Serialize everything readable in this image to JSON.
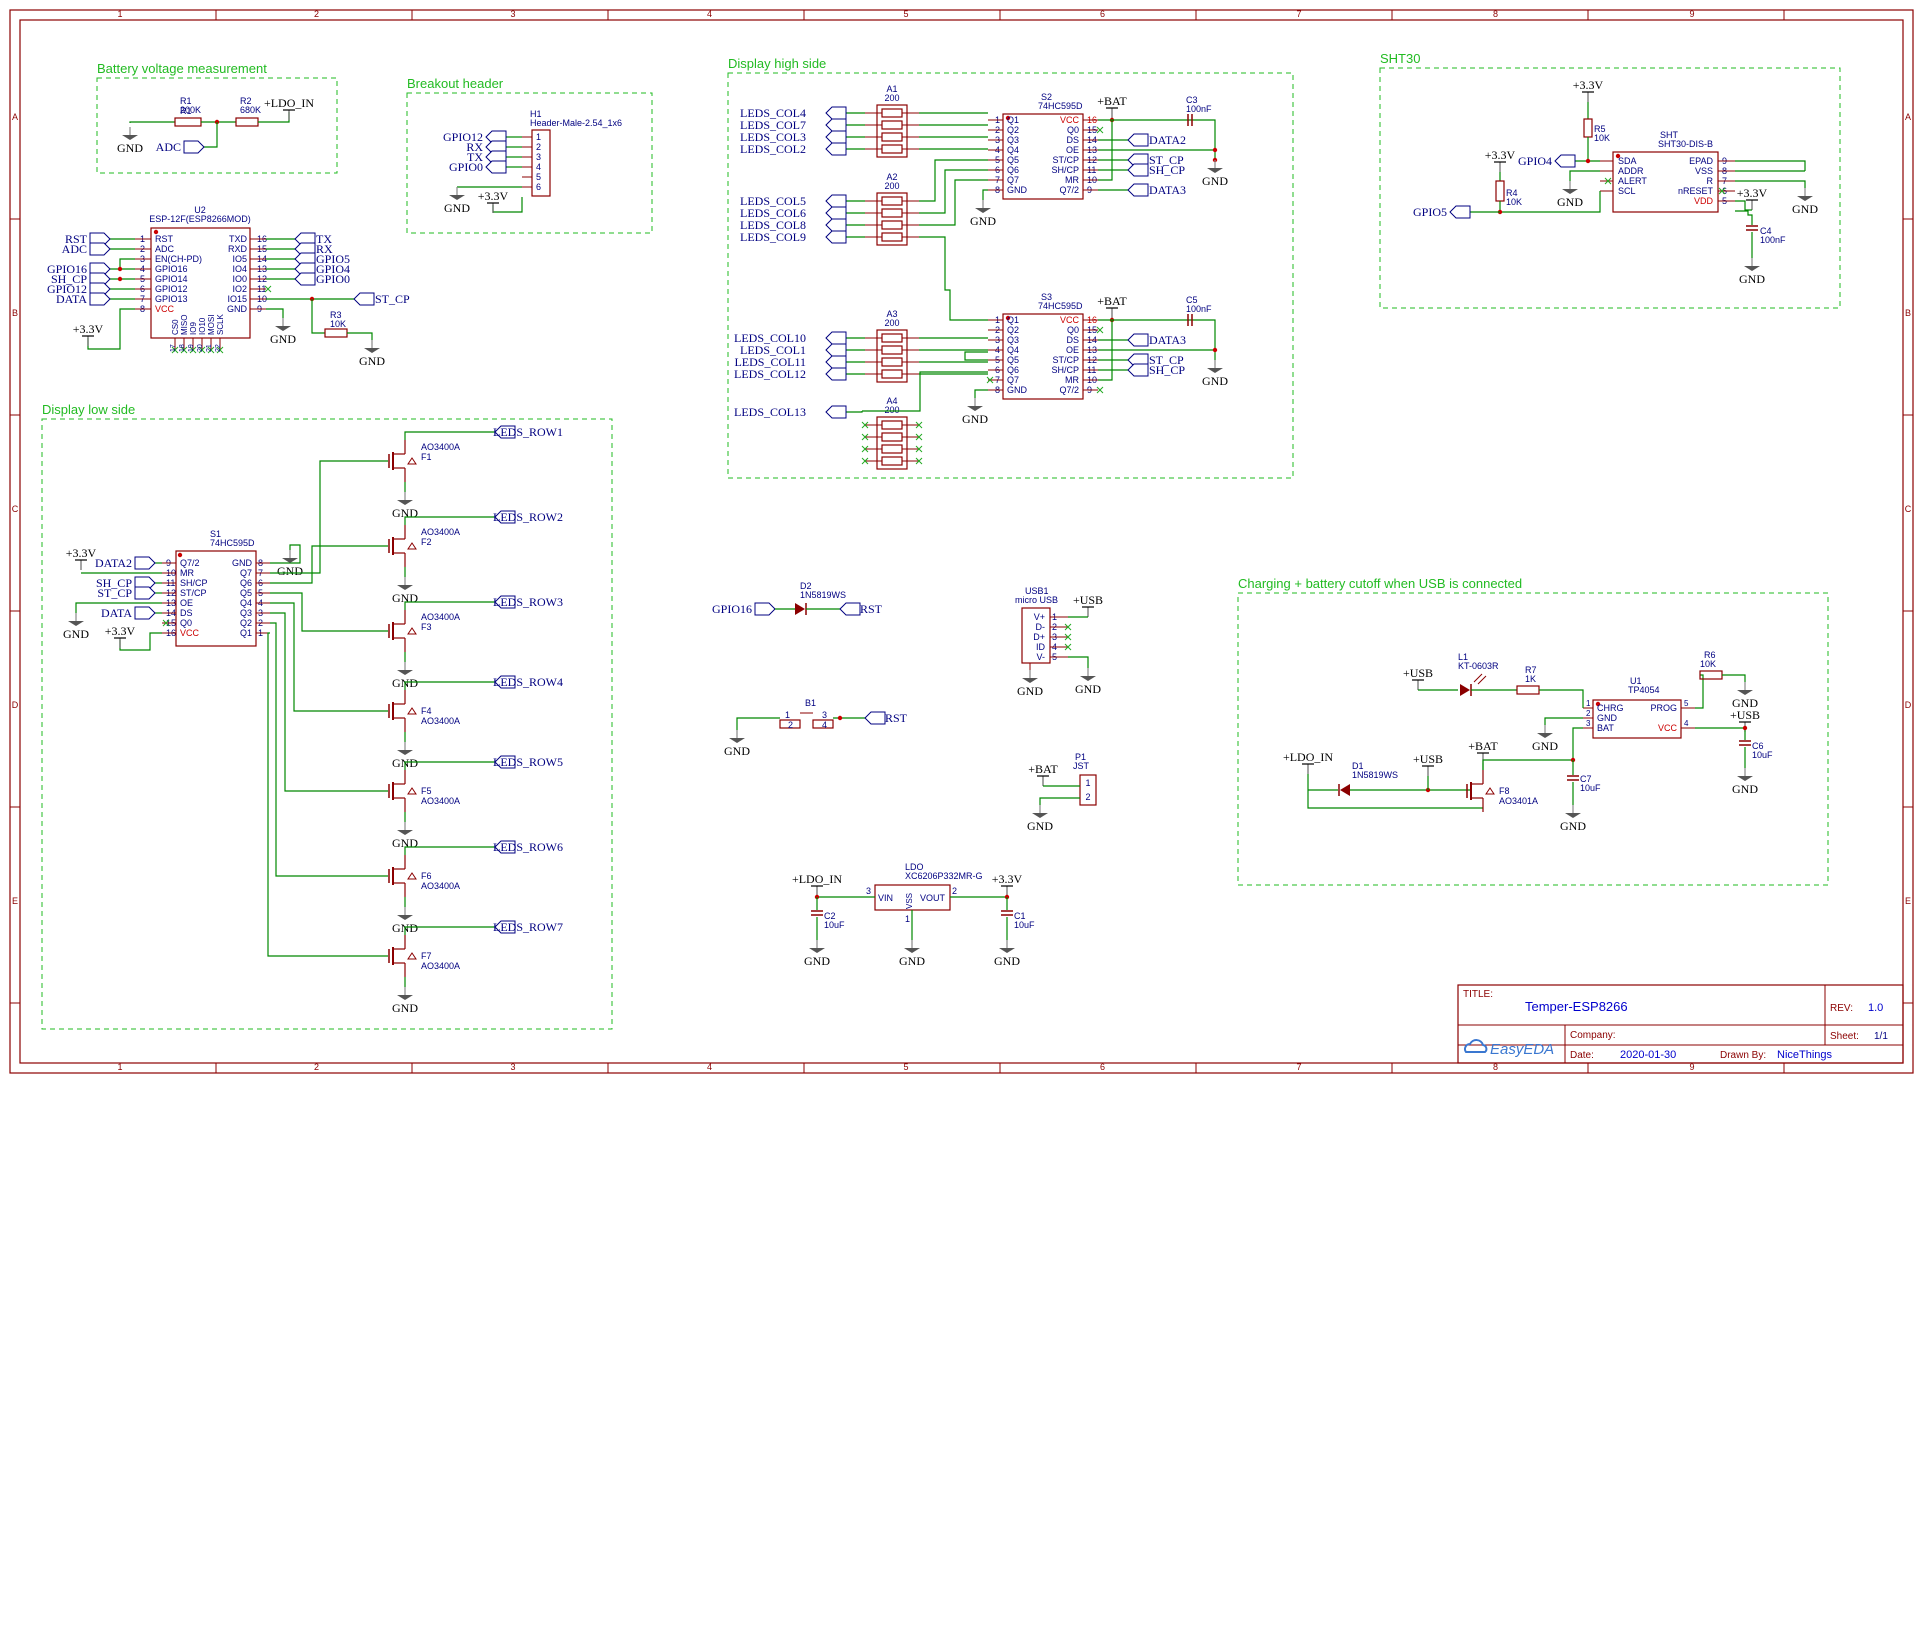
{
  "sheet": {
    "columns": [
      "1",
      "2",
      "3",
      "4",
      "5",
      "6",
      "7",
      "8",
      "9"
    ],
    "rows": [
      "A",
      "B",
      "C",
      "D",
      "E"
    ]
  },
  "sections": {
    "battery": "Battery voltage measurement",
    "breakout": "Breakout header",
    "display_high": "Display high side",
    "sht30": "SHT30",
    "display_low": "Display low side",
    "charging": "Charging + battery cutoff when USB is connected"
  },
  "nets": {
    "gnd": "GND",
    "v33": "+3.3V",
    "ldo_in": "+LDO_IN",
    "bat": "+BAT",
    "usb": "+USB",
    "adc": "ADC",
    "rst": "RST",
    "tx": "TX",
    "rx": "RX",
    "gpio0": "GPIO0",
    "gpio4": "GPIO4",
    "gpio5": "GPIO5",
    "gpio12": "GPIO12",
    "gpio14": "GPIO14",
    "gpio16": "GPIO16",
    "sh_cp": "SH_CP",
    "st_cp": "ST_CP",
    "data": "DATA",
    "data2": "DATA2",
    "data3": "DATA3",
    "cols": [
      "LEDS_COL4",
      "LEDS_COL7",
      "LEDS_COL3",
      "LEDS_COL2",
      "LEDS_COL5",
      "LEDS_COL6",
      "LEDS_COL8",
      "LEDS_COL9",
      "LEDS_COL10",
      "LEDS_COL1",
      "LEDS_COL11",
      "LEDS_COL12",
      "LEDS_COL13"
    ],
    "rows": [
      "LEDS_ROW1",
      "LEDS_ROW2",
      "LEDS_ROW3",
      "LEDS_ROW4",
      "LEDS_ROW5",
      "LEDS_ROW6",
      "LEDS_ROW7"
    ]
  },
  "parts": {
    "r1": {
      "ref": "R1",
      "val": "200K"
    },
    "r2": {
      "ref": "R2",
      "val": "680K"
    },
    "r3": {
      "ref": "R3",
      "val": "10K"
    },
    "r4": {
      "ref": "R4",
      "val": "10K"
    },
    "r5": {
      "ref": "R5",
      "val": "10K"
    },
    "r6": {
      "ref": "R6",
      "val": "10K"
    },
    "r7": {
      "ref": "R7",
      "val": "1K"
    },
    "h1": {
      "ref": "H1",
      "val": "Header-Male-2.54_1x6"
    },
    "u2": {
      "ref": "U2",
      "val": "ESP-12F(ESP8266MOD)"
    },
    "s1": {
      "ref": "S1",
      "val": "74HC595D"
    },
    "s2": {
      "ref": "S2",
      "val": "74HC595D"
    },
    "s3": {
      "ref": "S3",
      "val": "74HC595D"
    },
    "a1": {
      "ref": "A1",
      "val": "200"
    },
    "a2": {
      "ref": "A2",
      "val": "200"
    },
    "a3": {
      "ref": "A3",
      "val": "200"
    },
    "a4": {
      "ref": "A4",
      "val": "200"
    },
    "c1": {
      "ref": "C1",
      "val": "10uF"
    },
    "c2": {
      "ref": "C2",
      "val": "10uF"
    },
    "c3": {
      "ref": "C3",
      "val": "100nF"
    },
    "c4": {
      "ref": "C4",
      "val": "100nF"
    },
    "c5": {
      "ref": "C5",
      "val": "100nF"
    },
    "c6": {
      "ref": "C6",
      "val": "10uF"
    },
    "c7": {
      "ref": "C7",
      "val": "10uF"
    },
    "sht": {
      "ref": "SHT",
      "val": "SHT30-DIS-B"
    },
    "d1": {
      "ref": "D1",
      "val": "1N5819WS"
    },
    "d2": {
      "ref": "D2",
      "val": "1N5819WS"
    },
    "b1": {
      "ref": "B1"
    },
    "usb1": {
      "ref": "USB1",
      "val": "micro USB"
    },
    "p1": {
      "ref": "P1",
      "val": "JST"
    },
    "ldo": {
      "ref": "LDO",
      "val": "XC6206P332MR-G"
    },
    "l1": {
      "ref": "L1",
      "val": "KT-0603R"
    },
    "u1": {
      "ref": "U1",
      "val": "TP4054"
    },
    "f8": {
      "ref": "F8",
      "val": "AO3401A"
    },
    "mosfet_val": "AO3400A",
    "mosfet_refs": [
      "F1",
      "F2",
      "F3",
      "F4",
      "F5",
      "F6",
      "F7"
    ]
  },
  "pins": {
    "esp_left": [
      "RST",
      "ADC",
      "EN(CH-PD)",
      "GPIO16",
      "GPIO14",
      "GPIO12",
      "GPIO13",
      "VCC"
    ],
    "esp_left_nums": [
      "1",
      "2",
      "3",
      "4",
      "5",
      "6",
      "7",
      "8"
    ],
    "esp_right": [
      "TXD",
      "RXD",
      "IO5",
      "IO4",
      "IO0",
      "IO2",
      "IO15",
      "GND"
    ],
    "esp_right_nums": [
      "16",
      "15",
      "14",
      "13",
      "12",
      "11",
      "10",
      "9"
    ],
    "esp_bottom": [
      "CS0",
      "MISO",
      "IO9",
      "IO10",
      "MOSI",
      "SCLK"
    ],
    "hc595_left": [
      "Q1",
      "Q2",
      "Q3",
      "Q4",
      "Q5",
      "Q6",
      "Q7",
      "GND"
    ],
    "hc595_left_nums": [
      "1",
      "2",
      "3",
      "4",
      "5",
      "6",
      "7",
      "8"
    ],
    "hc595_right": [
      "VCC",
      "Q0",
      "DS",
      "OE",
      "ST/CP",
      "SH/CP",
      "MR",
      "Q7/2"
    ],
    "hc595_right_nums": [
      "16",
      "15",
      "14",
      "13",
      "12",
      "11",
      "10",
      "9"
    ],
    "s1_left": [
      "Q7/2",
      "MR",
      "SH/CP",
      "ST/CP",
      "OE",
      "DS",
      "Q0",
      "VCC"
    ],
    "s1_left_nums": [
      "9",
      "10",
      "11",
      "12",
      "13",
      "14",
      "15",
      "16"
    ],
    "s1_right": [
      "GND",
      "Q7",
      "Q6",
      "Q5",
      "Q4",
      "Q3",
      "Q2",
      "Q1"
    ],
    "s1_right_nums": [
      "8",
      "7",
      "6",
      "5",
      "4",
      "3",
      "2",
      "1"
    ],
    "sht_left": [
      "SDA",
      "ADDR",
      "ALERT",
      "SCL"
    ],
    "sht_right": [
      "EPAD",
      "VSS",
      "R",
      "nRESET",
      "VDD"
    ],
    "sht_right_nums": [
      "9",
      "8",
      "7",
      "6",
      "5"
    ],
    "usb": [
      "V+",
      "D-",
      "D+",
      "ID",
      "V-"
    ],
    "tp_left": [
      "CHRG",
      "GND",
      "BAT"
    ],
    "tp_right": [
      "PROG",
      "VCC"
    ],
    "ldo_pins": [
      "VIN",
      "VSS",
      "VOUT"
    ],
    "header_nums": [
      "1",
      "2",
      "3",
      "4",
      "5",
      "6"
    ],
    "nums": [
      "1",
      "2",
      "3",
      "4",
      "5"
    ]
  },
  "title_block": {
    "title_label": "TITLE:",
    "title": "Temper-ESP8266",
    "rev_label": "REV:",
    "rev": "1.0",
    "company_label": "Company:",
    "sheet_label": "Sheet:",
    "sheet": "1/1",
    "date_label": "Date:",
    "date": "2020-01-30",
    "drawn_label": "Drawn By:",
    "drawn": "NiceThings",
    "logo": "EasyEDA"
  },
  "colors": {
    "frame": "#8b0000",
    "wire": "#008800",
    "part": "#8b0000",
    "text": "#000080",
    "section": "#22bb22"
  }
}
